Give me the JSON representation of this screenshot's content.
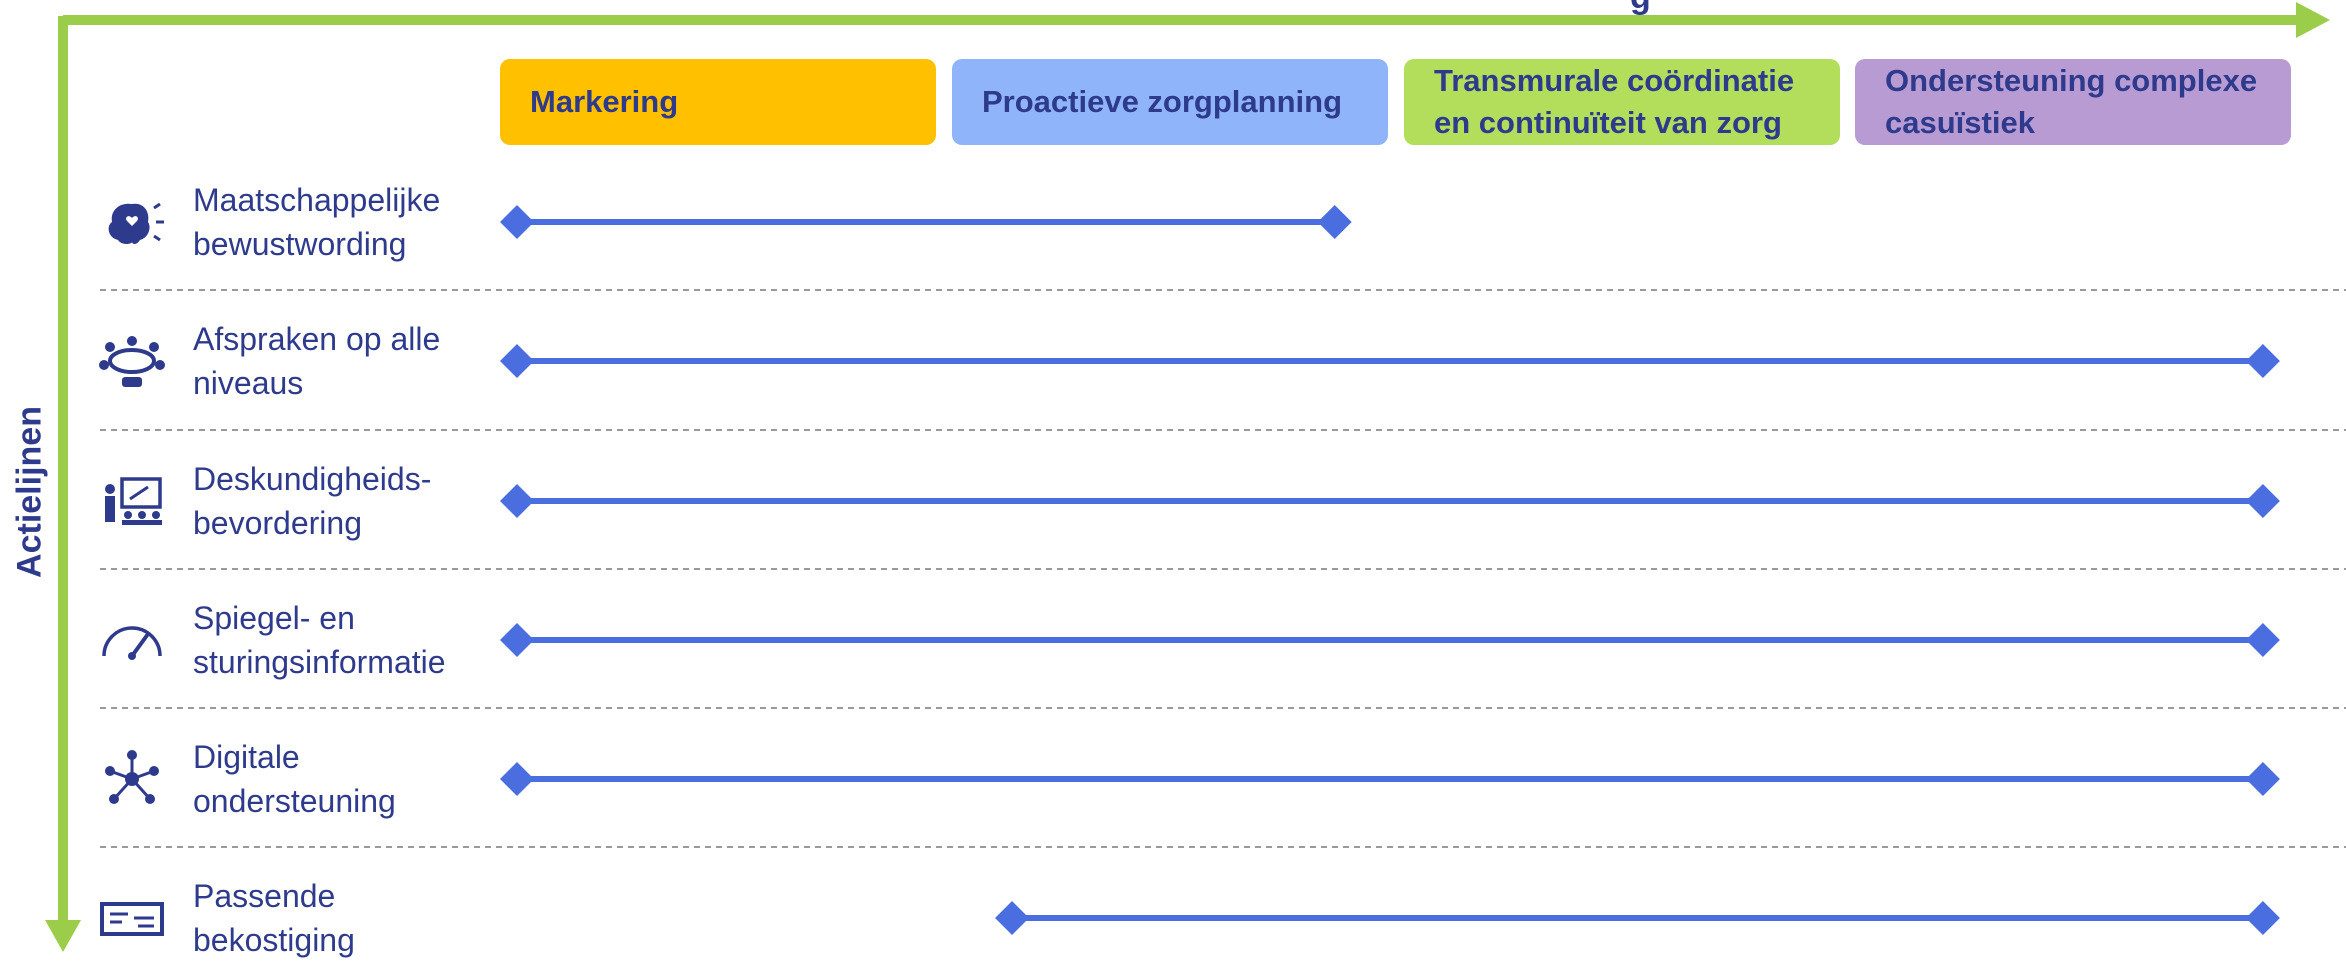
{
  "axes": {
    "vertical_label": "Actielijnen",
    "horizontal_label": "g",
    "color": "#9ccd4a"
  },
  "phases": [
    {
      "label": "Markering",
      "color": "#ffc000"
    },
    {
      "label": "Proactieve zorgplanning",
      "color": "#8fb4f9"
    },
    {
      "label": "Transmurale coördinatie en continuïteit van zorg",
      "color": "#b3de5c"
    },
    {
      "label": "Ondersteuning complexe casuïstiek",
      "color": "#b99bd4"
    }
  ],
  "rows": [
    {
      "label": "Maatschappelijke bewustwording",
      "icon": "brain-heart-icon",
      "start": 1,
      "end": 2.85
    },
    {
      "label": "Afspraken op alle niveaus",
      "icon": "meeting-table-icon",
      "start": 1,
      "end": 4.95
    },
    {
      "label": "Deskundigheids-bevordering",
      "icon": "presentation-icon",
      "start": 1,
      "end": 4.95
    },
    {
      "label": "Spiegel- en sturingsinformatie",
      "icon": "speedometer-icon",
      "start": 1,
      "end": 4.95
    },
    {
      "label": "Digitale ondersteuning",
      "icon": "network-icon",
      "start": 1,
      "end": 4.95
    },
    {
      "label": "Passende bekostiging",
      "icon": "payment-card-icon",
      "start": 2.12,
      "end": 4.95
    }
  ],
  "line_color": "#4a6ee0",
  "text_color": "#2e3a8c"
}
